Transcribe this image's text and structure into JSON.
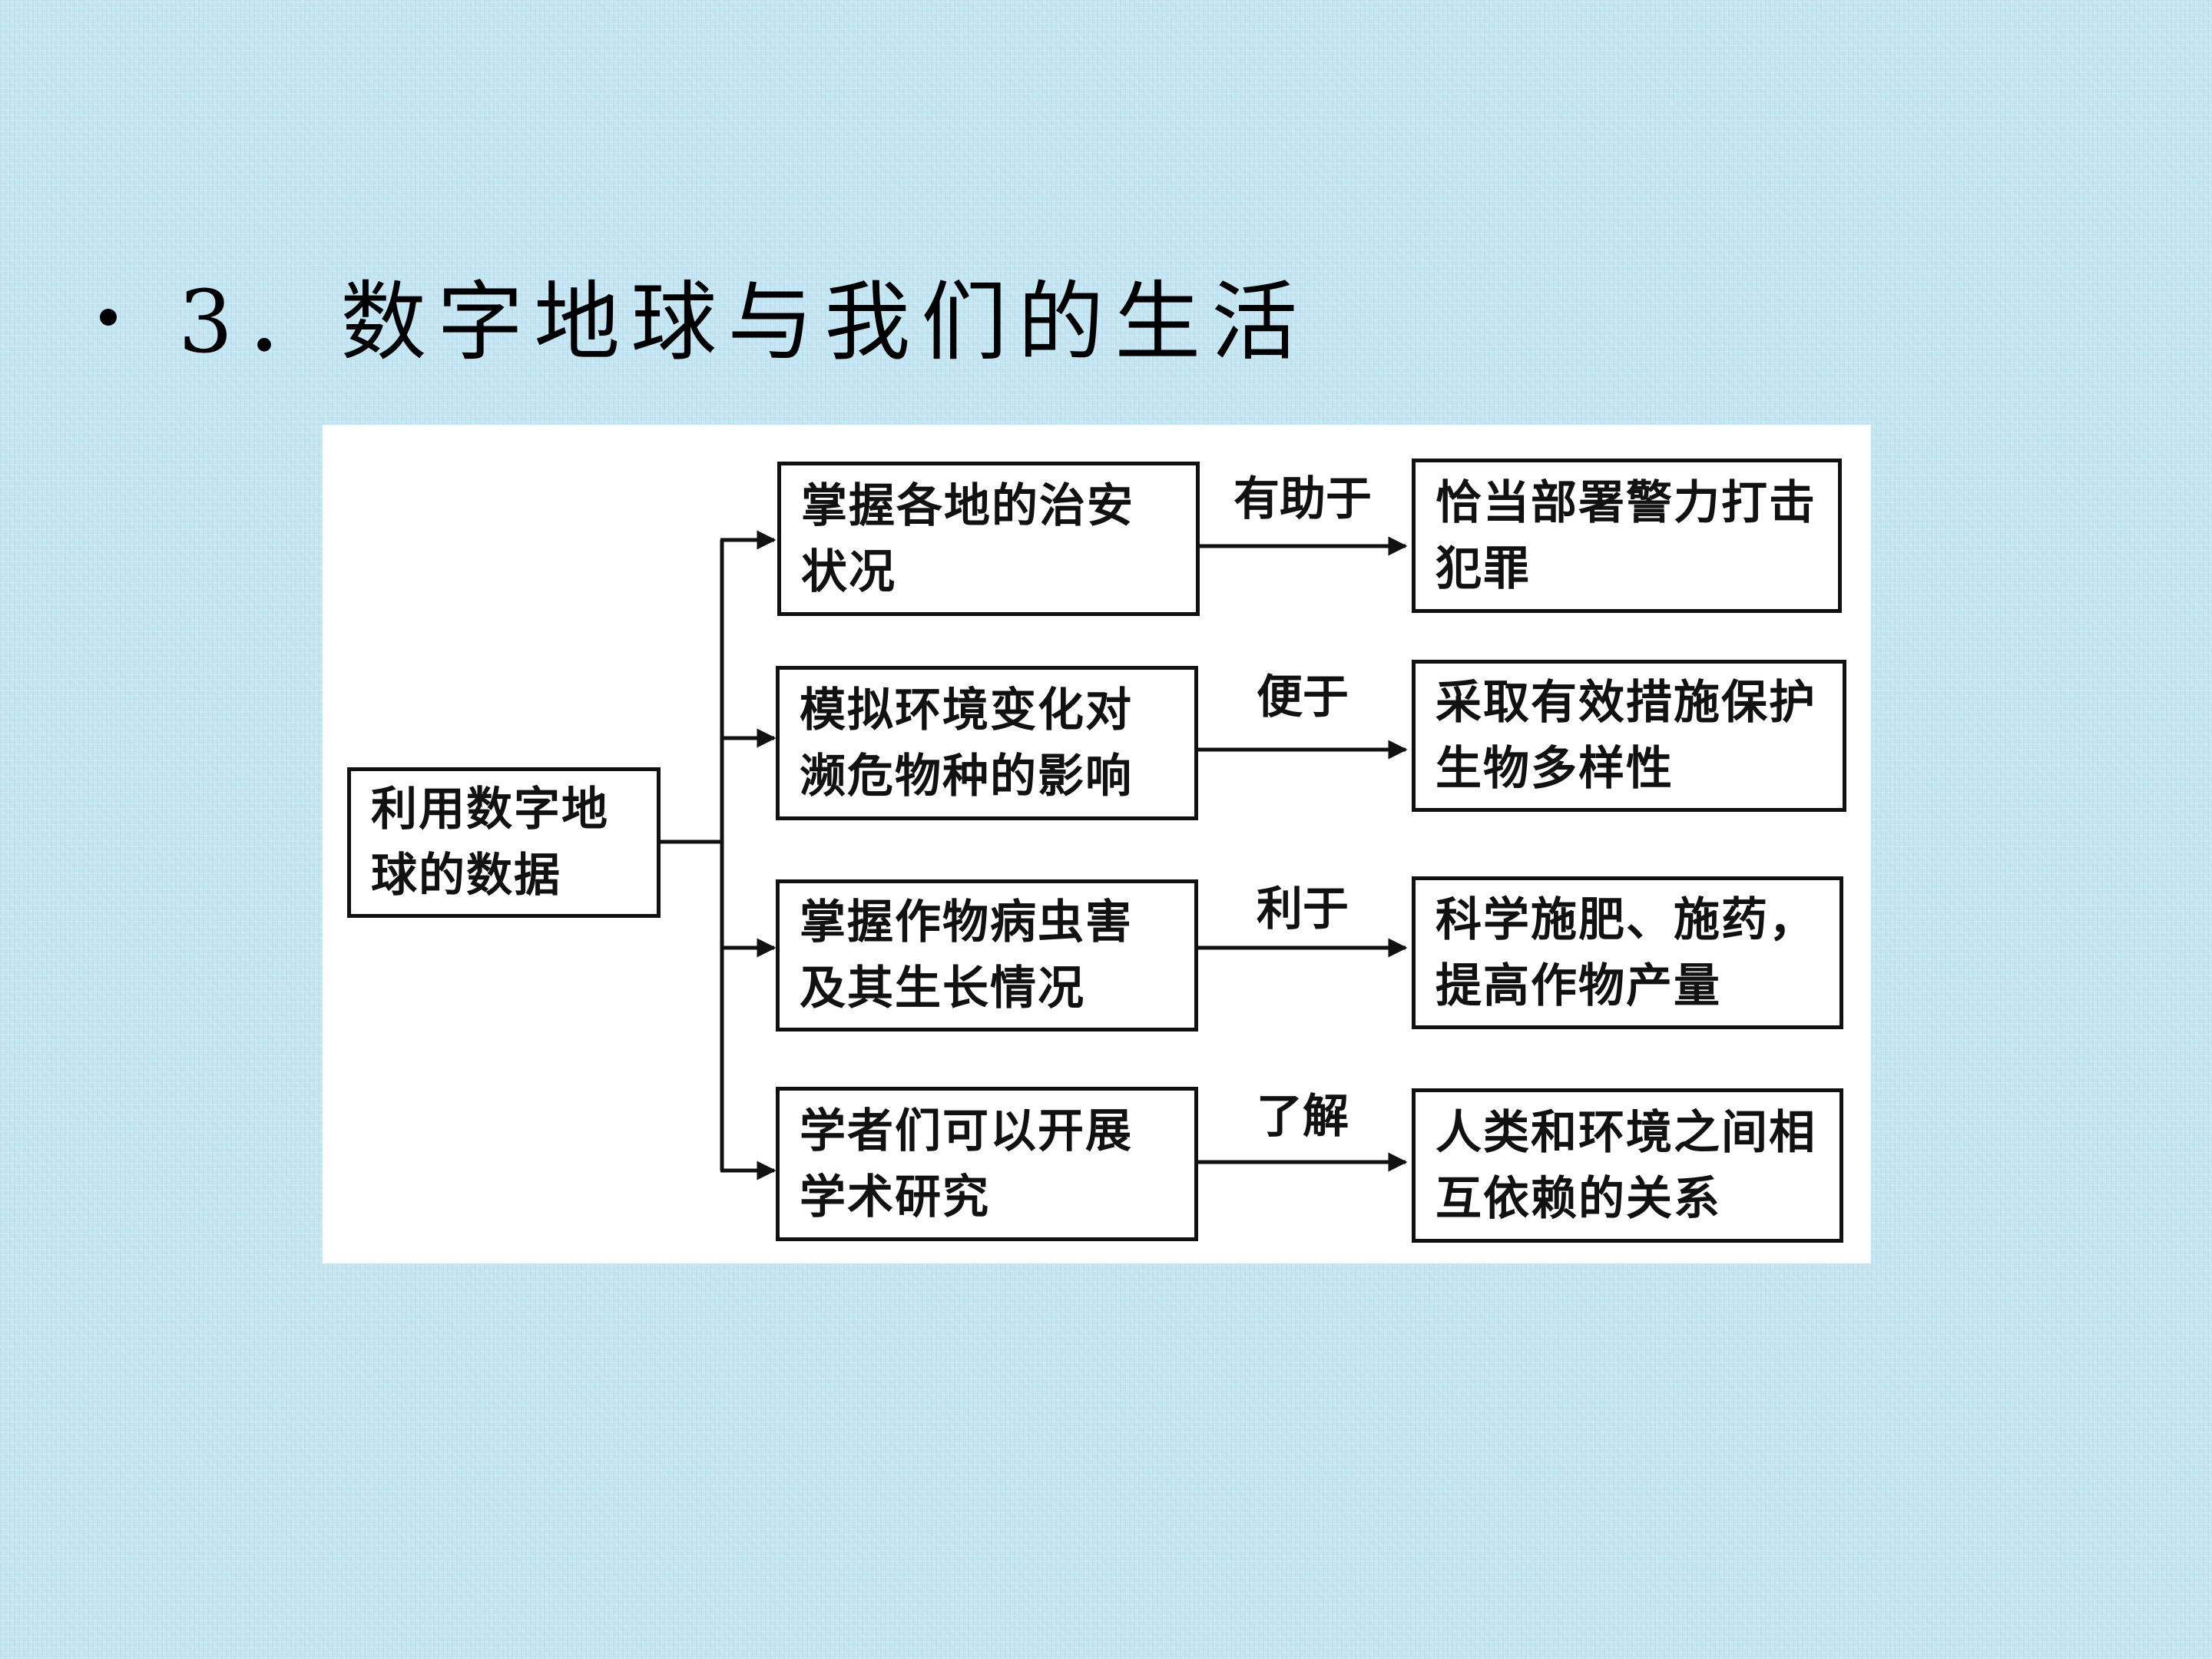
{
  "slide": {
    "title": "3．数字地球与我们的生活"
  },
  "diagram": {
    "source": "利用数字地球的数据",
    "branches": [
      {
        "middle": "掌握各地的治安状况",
        "label": "有助于",
        "result": "恰当部署警力打击犯罪"
      },
      {
        "middle": "模拟环境变化对濒危物种的影响",
        "label": "便于",
        "result": "采取有效措施保护生物多样性"
      },
      {
        "middle": "掌握作物病虫害及其生长情况",
        "label": "利于",
        "result": "科学施肥、施药，提高作物产量"
      },
      {
        "middle": "学者们可以开展学术研究",
        "label": "了解",
        "result": "人类和环境之间相互依赖的关系"
      }
    ]
  },
  "colors": {
    "background": "#c4e6f3",
    "panel": "#ffffff",
    "ink": "#111111"
  }
}
